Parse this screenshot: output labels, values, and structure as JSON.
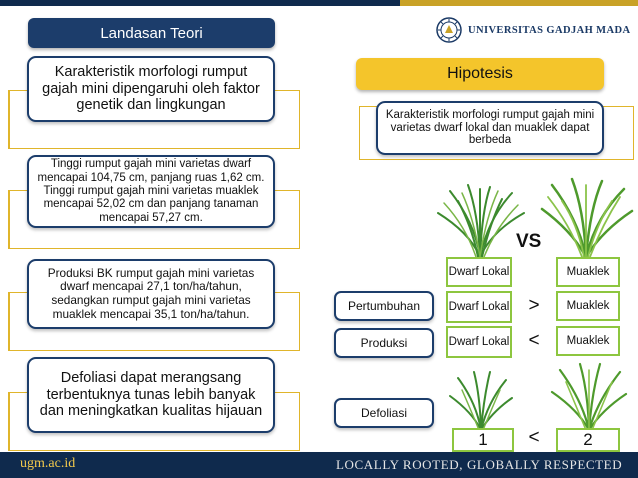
{
  "header": {
    "title": "Landasan Teori",
    "university": "UNIVERSITAS GADJAH MADA",
    "seal_icon": "university-seal-icon"
  },
  "left_boxes": [
    "Karakteristik morfologi rumput gajah mini dipengaruhi oleh faktor genetik dan lingkungan",
    "Tinggi rumput gajah mini varietas dwarf mencapai 104,75 cm, panjang ruas 1,62 cm. Tinggi rumput gajah mini varietas muaklek mencapai 52,02 cm dan panjang tanaman mencapai 57,27 cm.",
    "Produksi BK rumput gajah mini varietas dwarf mencapai 27,1 ton/ha/tahun, sedangkan rumput gajah mini varietas muaklek mencapai 35,1 ton/ha/tahun.",
    "Defoliasi dapat merangsang terbentuknya tunas lebih banyak dan meningkatkan kualitas hijauan"
  ],
  "hipotesis": {
    "title": "Hipotesis",
    "text": "Karakteristik morfologi rumput gajah mini varietas dwarf lokal dan muaklek dapat berbeda"
  },
  "comparison": {
    "vs": "VS",
    "header_left": "Dwarf Lokal",
    "header_right": "Muaklek",
    "rows": [
      {
        "label": "Pertumbuhan",
        "left": "Dwarf Lokal",
        "symbol": ">",
        "right": "Muaklek"
      },
      {
        "label": "Produksi",
        "left": "Dwarf Lokal",
        "symbol": "<",
        "right": "Muaklek"
      }
    ],
    "defoliasi": {
      "label": "Defoliasi",
      "left": "1",
      "symbol": "<",
      "right": "2"
    }
  },
  "footer": {
    "url": "ugm.ac.id",
    "tagline": "LOCALLY ROOTED, GLOBALLY RESPECTED"
  },
  "colors": {
    "navy": "#1c3d6b",
    "gold": "#f4c52b",
    "green_border": "#8dc63f"
  }
}
